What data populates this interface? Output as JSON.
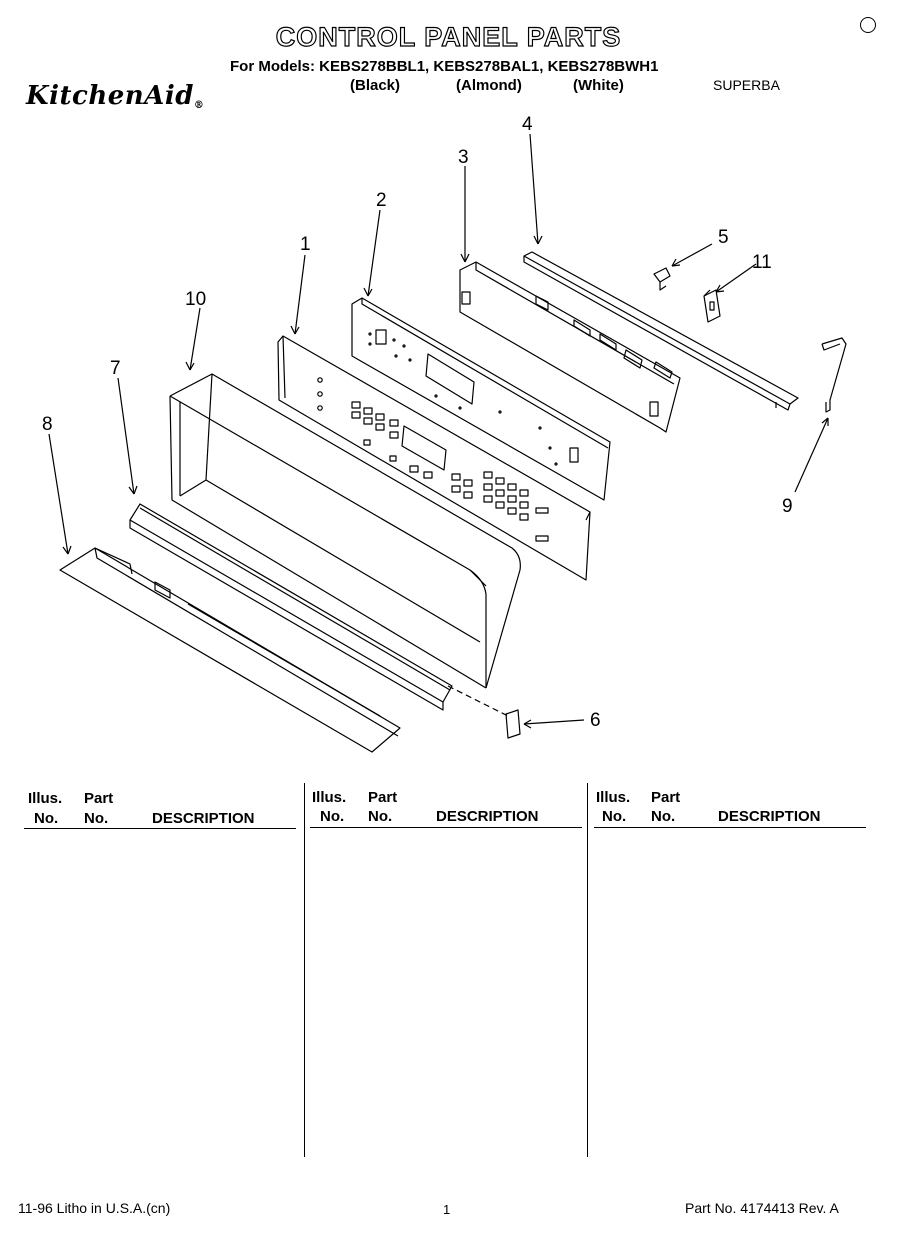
{
  "header": {
    "title": "CONTROL PANEL PARTS",
    "models_line": "For Models: KEBS278BBL1, KEBS278BAL1, KEBS278BWH1",
    "colors": [
      "(Black)",
      "(Almond)",
      "(White)"
    ],
    "brand": "KitchenAid",
    "brand_mark": "®",
    "series": "SUPERBA"
  },
  "callouts": [
    "1",
    "2",
    "3",
    "4",
    "5",
    "6",
    "7",
    "8",
    "9",
    "10",
    "11"
  ],
  "parts_table": {
    "columns": [
      {
        "illus_top": "Illus.",
        "illus_bottom": "No.",
        "part_top": "Part",
        "part_bottom": "No.",
        "description": "DESCRIPTION"
      },
      {
        "illus_top": "Illus.",
        "illus_bottom": "No.",
        "part_top": "Part",
        "part_bottom": "No.",
        "description": "DESCRIPTION"
      },
      {
        "illus_top": "Illus.",
        "illus_bottom": "No.",
        "part_top": "Part",
        "part_bottom": "No.",
        "description": "DESCRIPTION"
      }
    ]
  },
  "footer": {
    "litho": "11-96 Litho in U.S.A.(cn)",
    "page": "1",
    "part_no": "Part No. 4174413 Rev. A"
  }
}
